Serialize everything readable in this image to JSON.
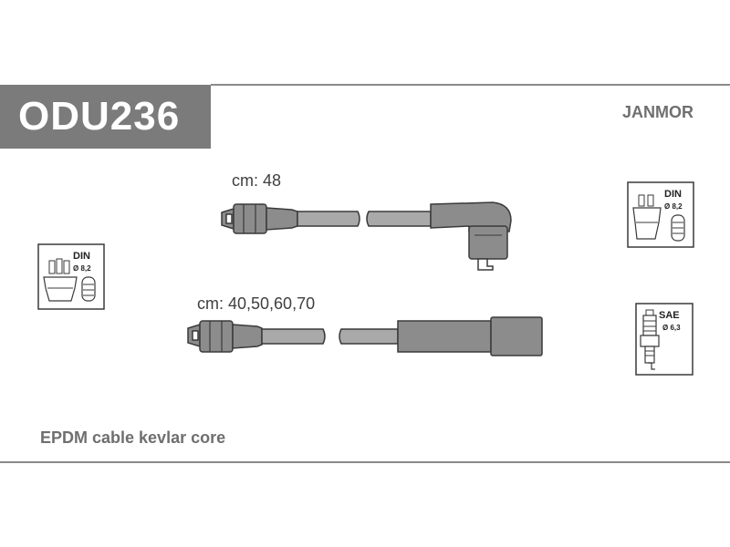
{
  "header": {
    "part_number": "ODU236",
    "brand": "JANMOR"
  },
  "cables": [
    {
      "length_label": "cm: 48"
    },
    {
      "length_label": "cm: 40,50,60,70"
    }
  ],
  "connectors": {
    "distributor": {
      "standard": "DIN",
      "diameter": "Ø 8,2"
    },
    "coil": {
      "standard": "DIN",
      "diameter": "Ø 8,2"
    },
    "spark_plug": {
      "standard": "SAE",
      "diameter": "Ø 6,3"
    }
  },
  "footer": {
    "note": "EPDM cable kevlar core"
  },
  "colors": {
    "title_box": "#7b7b7b",
    "cable_fill": "#a9a9a9",
    "text": "#6f6f6f"
  }
}
